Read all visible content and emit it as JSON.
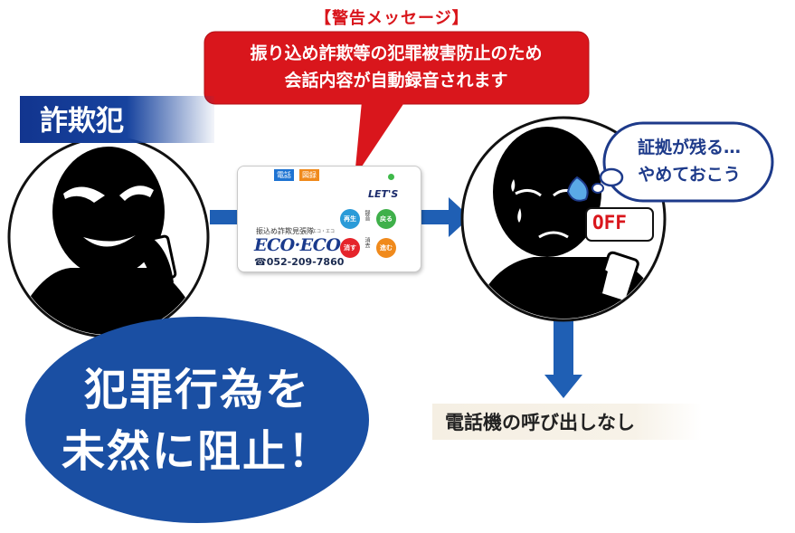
{
  "warning": {
    "title": "【警告メッセージ】",
    "line1": "振り込め詐欺等の犯罪被害防止のため",
    "line2": "会話内容が自動録音されます"
  },
  "fraudster": {
    "label": "詐欺犯"
  },
  "thought": {
    "line1": "証拠が残る…",
    "line2": "やめておこう"
  },
  "phone_screen": {
    "off_label": "OFF"
  },
  "device": {
    "tab_phone": "電話",
    "tab_record": "図録",
    "logo": "LET'S",
    "btn_play": "再生",
    "btn_back": "戻る",
    "btn_delete": "消す",
    "btn_forward": "進む",
    "side_label_1": "録音",
    "side_label_2": "消去",
    "subtitle": "振込め詐欺見張隊",
    "brand": "ECO·ECO",
    "phone": "☎052-209-7860",
    "small_text": "エコ・エコ"
  },
  "slogan": {
    "line1": "犯罪行為を",
    "line2": "未然に阻止！"
  },
  "result": {
    "text": "電話機の呼び出しなし"
  },
  "colors": {
    "navy": "#12358f",
    "red": "#d9161c",
    "arrow_blue": "#1f5fb4",
    "oval_blue": "#1a4fa3",
    "beige": "#f5efe3"
  }
}
